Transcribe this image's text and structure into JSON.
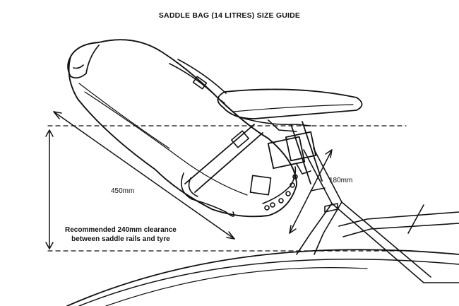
{
  "title": "SADDLE BAG (14 LITRES) SIZE GUIDE",
  "dimensions": {
    "length_label": "450mm",
    "height_label": "180mm",
    "clearance_line1": "Recommended 240mm clearance",
    "clearance_line2": "between saddle rails and tyre"
  },
  "colors": {
    "line": "#111111",
    "background": "#ffffff"
  }
}
